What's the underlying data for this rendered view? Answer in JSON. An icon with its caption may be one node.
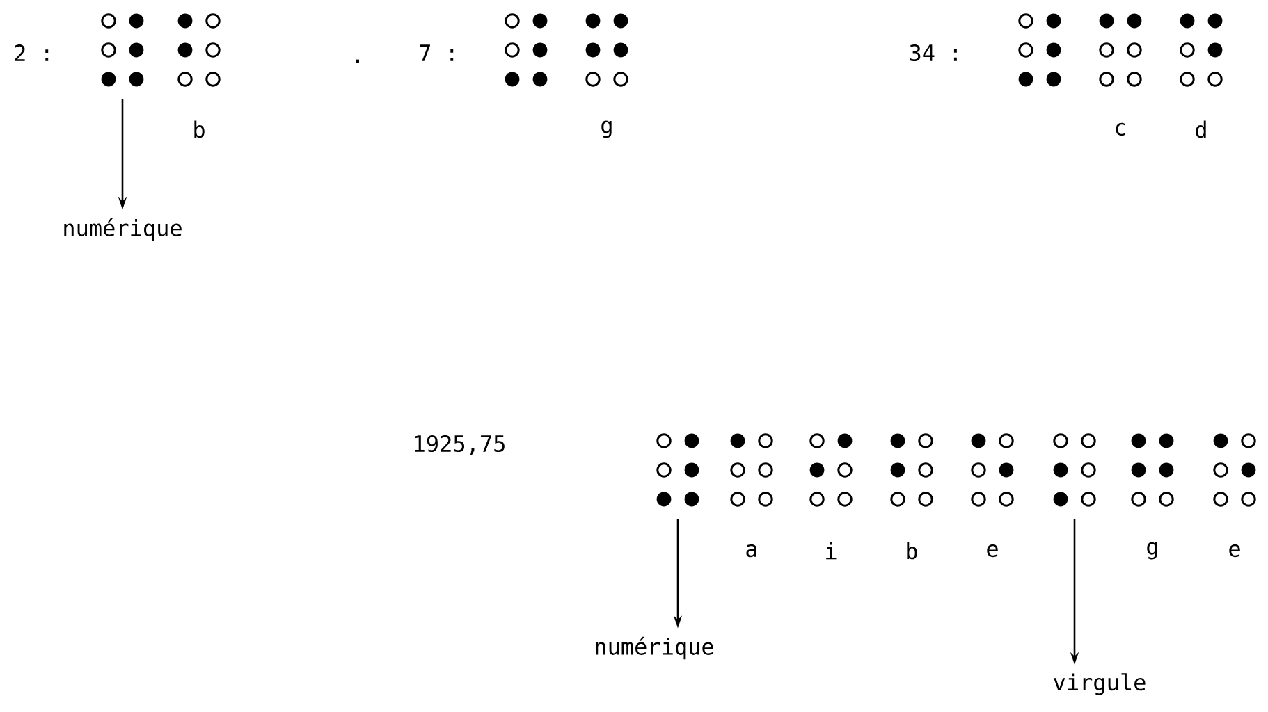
{
  "diagram": {
    "nodes": [
      {
        "text": [],
        "shape": "cell"
      },
      {
        "text": [
          "numérique"
        ]
      },
      {
        "text": [],
        "shape": "cell"
      },
      {
        "text": [
          "numérique"
        ]
      },
      {
        "text": [],
        "shape": "cell"
      },
      {
        "text": [
          "virgule"
        ]
      }
    ],
    "edges": [
      {
        "from": 0,
        "to": 1,
        "arrow": "to"
      },
      {
        "from": 2,
        "to": 3,
        "arrow": "to"
      },
      {
        "from": 4,
        "to": 5,
        "arrow": "to"
      }
    ],
    "labels": [
      "2 :",
      ".",
      "7 :",
      "34 :",
      "b",
      "g",
      "c",
      "d",
      "1925,75",
      "a",
      "i",
      "b",
      "e",
      "g",
      "e"
    ]
  }
}
